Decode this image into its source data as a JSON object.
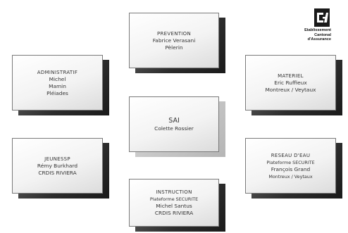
{
  "logo": {
    "icon": "cea-logo",
    "lines": [
      "Etablissement",
      "Cantonal",
      "d'Assurance"
    ]
  },
  "nodes": {
    "prevention": {
      "title": "PREVENTION",
      "lines": [
        "Fabrice Verasani",
        "Pèlerin"
      ]
    },
    "administratif": {
      "title": "ADMINISTRATIF",
      "lines": [
        "Michel",
        "Mamin",
        "Pléiades"
      ]
    },
    "materiel": {
      "title": "MATERIEL",
      "lines": [
        "Eric Ruffieux",
        "Montreux / Veytaux"
      ]
    },
    "sai": {
      "title": "SAI",
      "lines": [
        "Colette Rossier"
      ]
    },
    "jeunessp": {
      "title": "JEUNESSP",
      "lines": [
        "Rémy Burkhard",
        "CRDIS RIVIERA"
      ]
    },
    "reseau": {
      "title": "RESEAU D'EAU",
      "lines": [
        "Plateforme SECURITE",
        "François Grand",
        "Montreux / Veytaux"
      ]
    },
    "instruction": {
      "title": "INSTRUCTION",
      "lines": [
        "Plateforme SECURITE",
        "Michel Santus",
        "CRDIS RIVIERA"
      ]
    }
  }
}
